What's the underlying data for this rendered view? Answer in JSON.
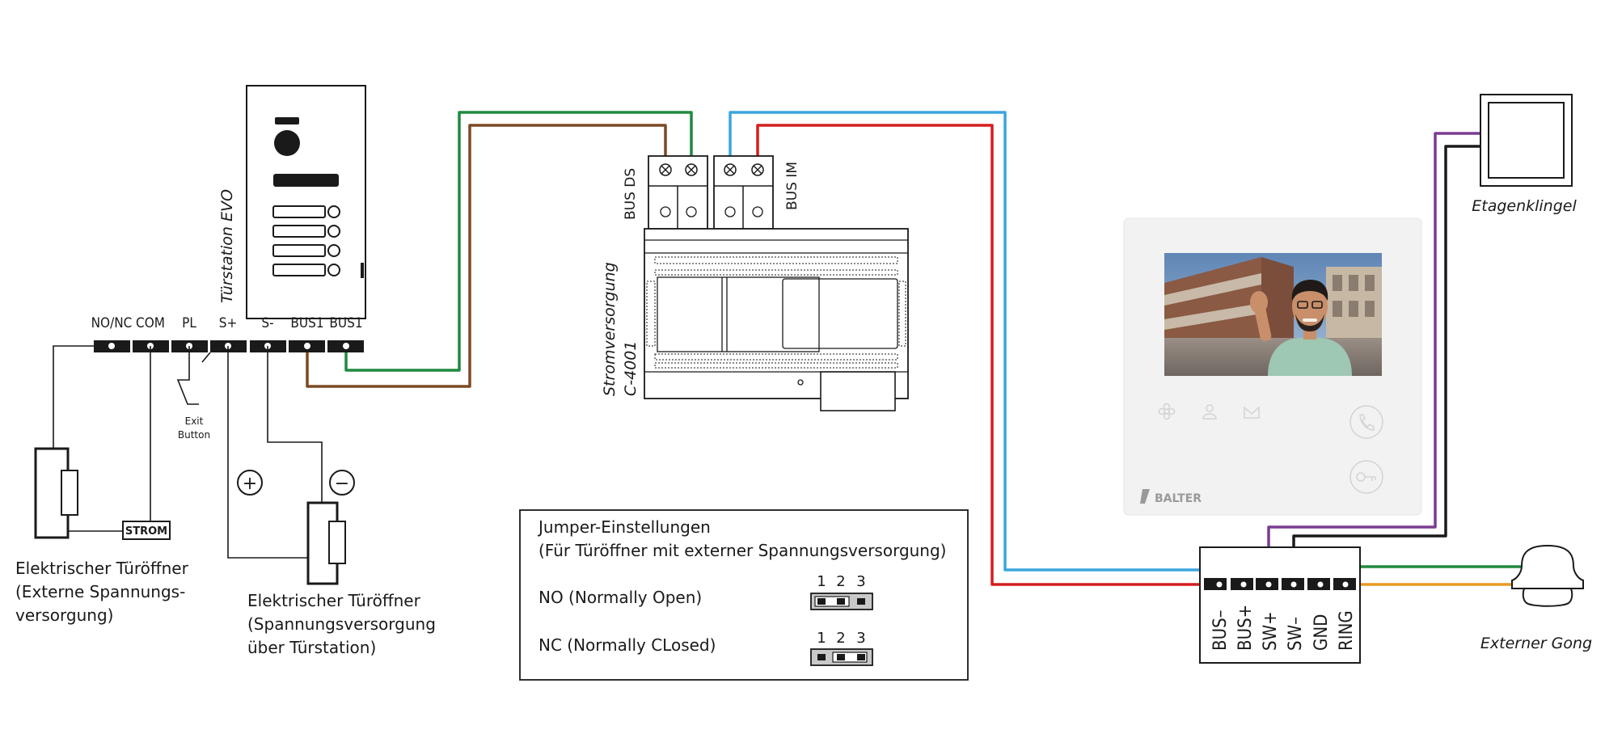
{
  "door_station": {
    "name": "Türstation EVO",
    "brand_logo": "balter-mini-logo",
    "terminals": [
      "NO/NC",
      "COM",
      "PL",
      "S+",
      "S-",
      "BUS1",
      "BUS1"
    ]
  },
  "exit_button": {
    "line1": "Exit",
    "line2": "Button"
  },
  "strom_box": "STROM",
  "plus_symbol": "+",
  "minus_symbol": "−",
  "opener_external": {
    "line1": "Elektrischer Türöffner",
    "line2": "(Externe Spannungs-",
    "line3": "versorgung)"
  },
  "opener_station": {
    "line1": "Elektrischer Türöffner",
    "line2": "(Spannungsversorgung",
    "line3": "über Türstation)"
  },
  "power_supply": {
    "line1": "Stromversorgung",
    "line2": "C-4001",
    "bus_ds": "BUS DS",
    "bus_im": "BUS IM"
  },
  "jumper": {
    "title": "Jumper-Einstellungen",
    "subtitle": "(Für Türöffner mit externer Spannungsversorgung)",
    "pin_numbers": [
      "1",
      "2",
      "3"
    ],
    "rows": [
      {
        "label": "NO (Normally Open)",
        "bridge": "1-2"
      },
      {
        "label": "NC (Normally CLosed)",
        "bridge": "2-3"
      }
    ]
  },
  "monitor": {
    "brand": "BALTER",
    "screen_content": "man-waving-photo",
    "icons": [
      "fan-icon",
      "user-icon",
      "mail-icon",
      "phone-icon",
      "key-icon"
    ]
  },
  "monitor_terminals": [
    "BUS–",
    "BUS+",
    "SW+",
    "SW–",
    "GND",
    "RING"
  ],
  "floor_bell": {
    "label": "Etagenklingel"
  },
  "gong": {
    "label": "Externer Gong"
  },
  "colors": {
    "green": "#1e8a3e",
    "brown": "#7a4a25",
    "blue": "#3aa6dd",
    "red": "#d41e1e",
    "purple": "#7a3c92",
    "black": "#1a1a1a",
    "orange": "#e89a22"
  }
}
